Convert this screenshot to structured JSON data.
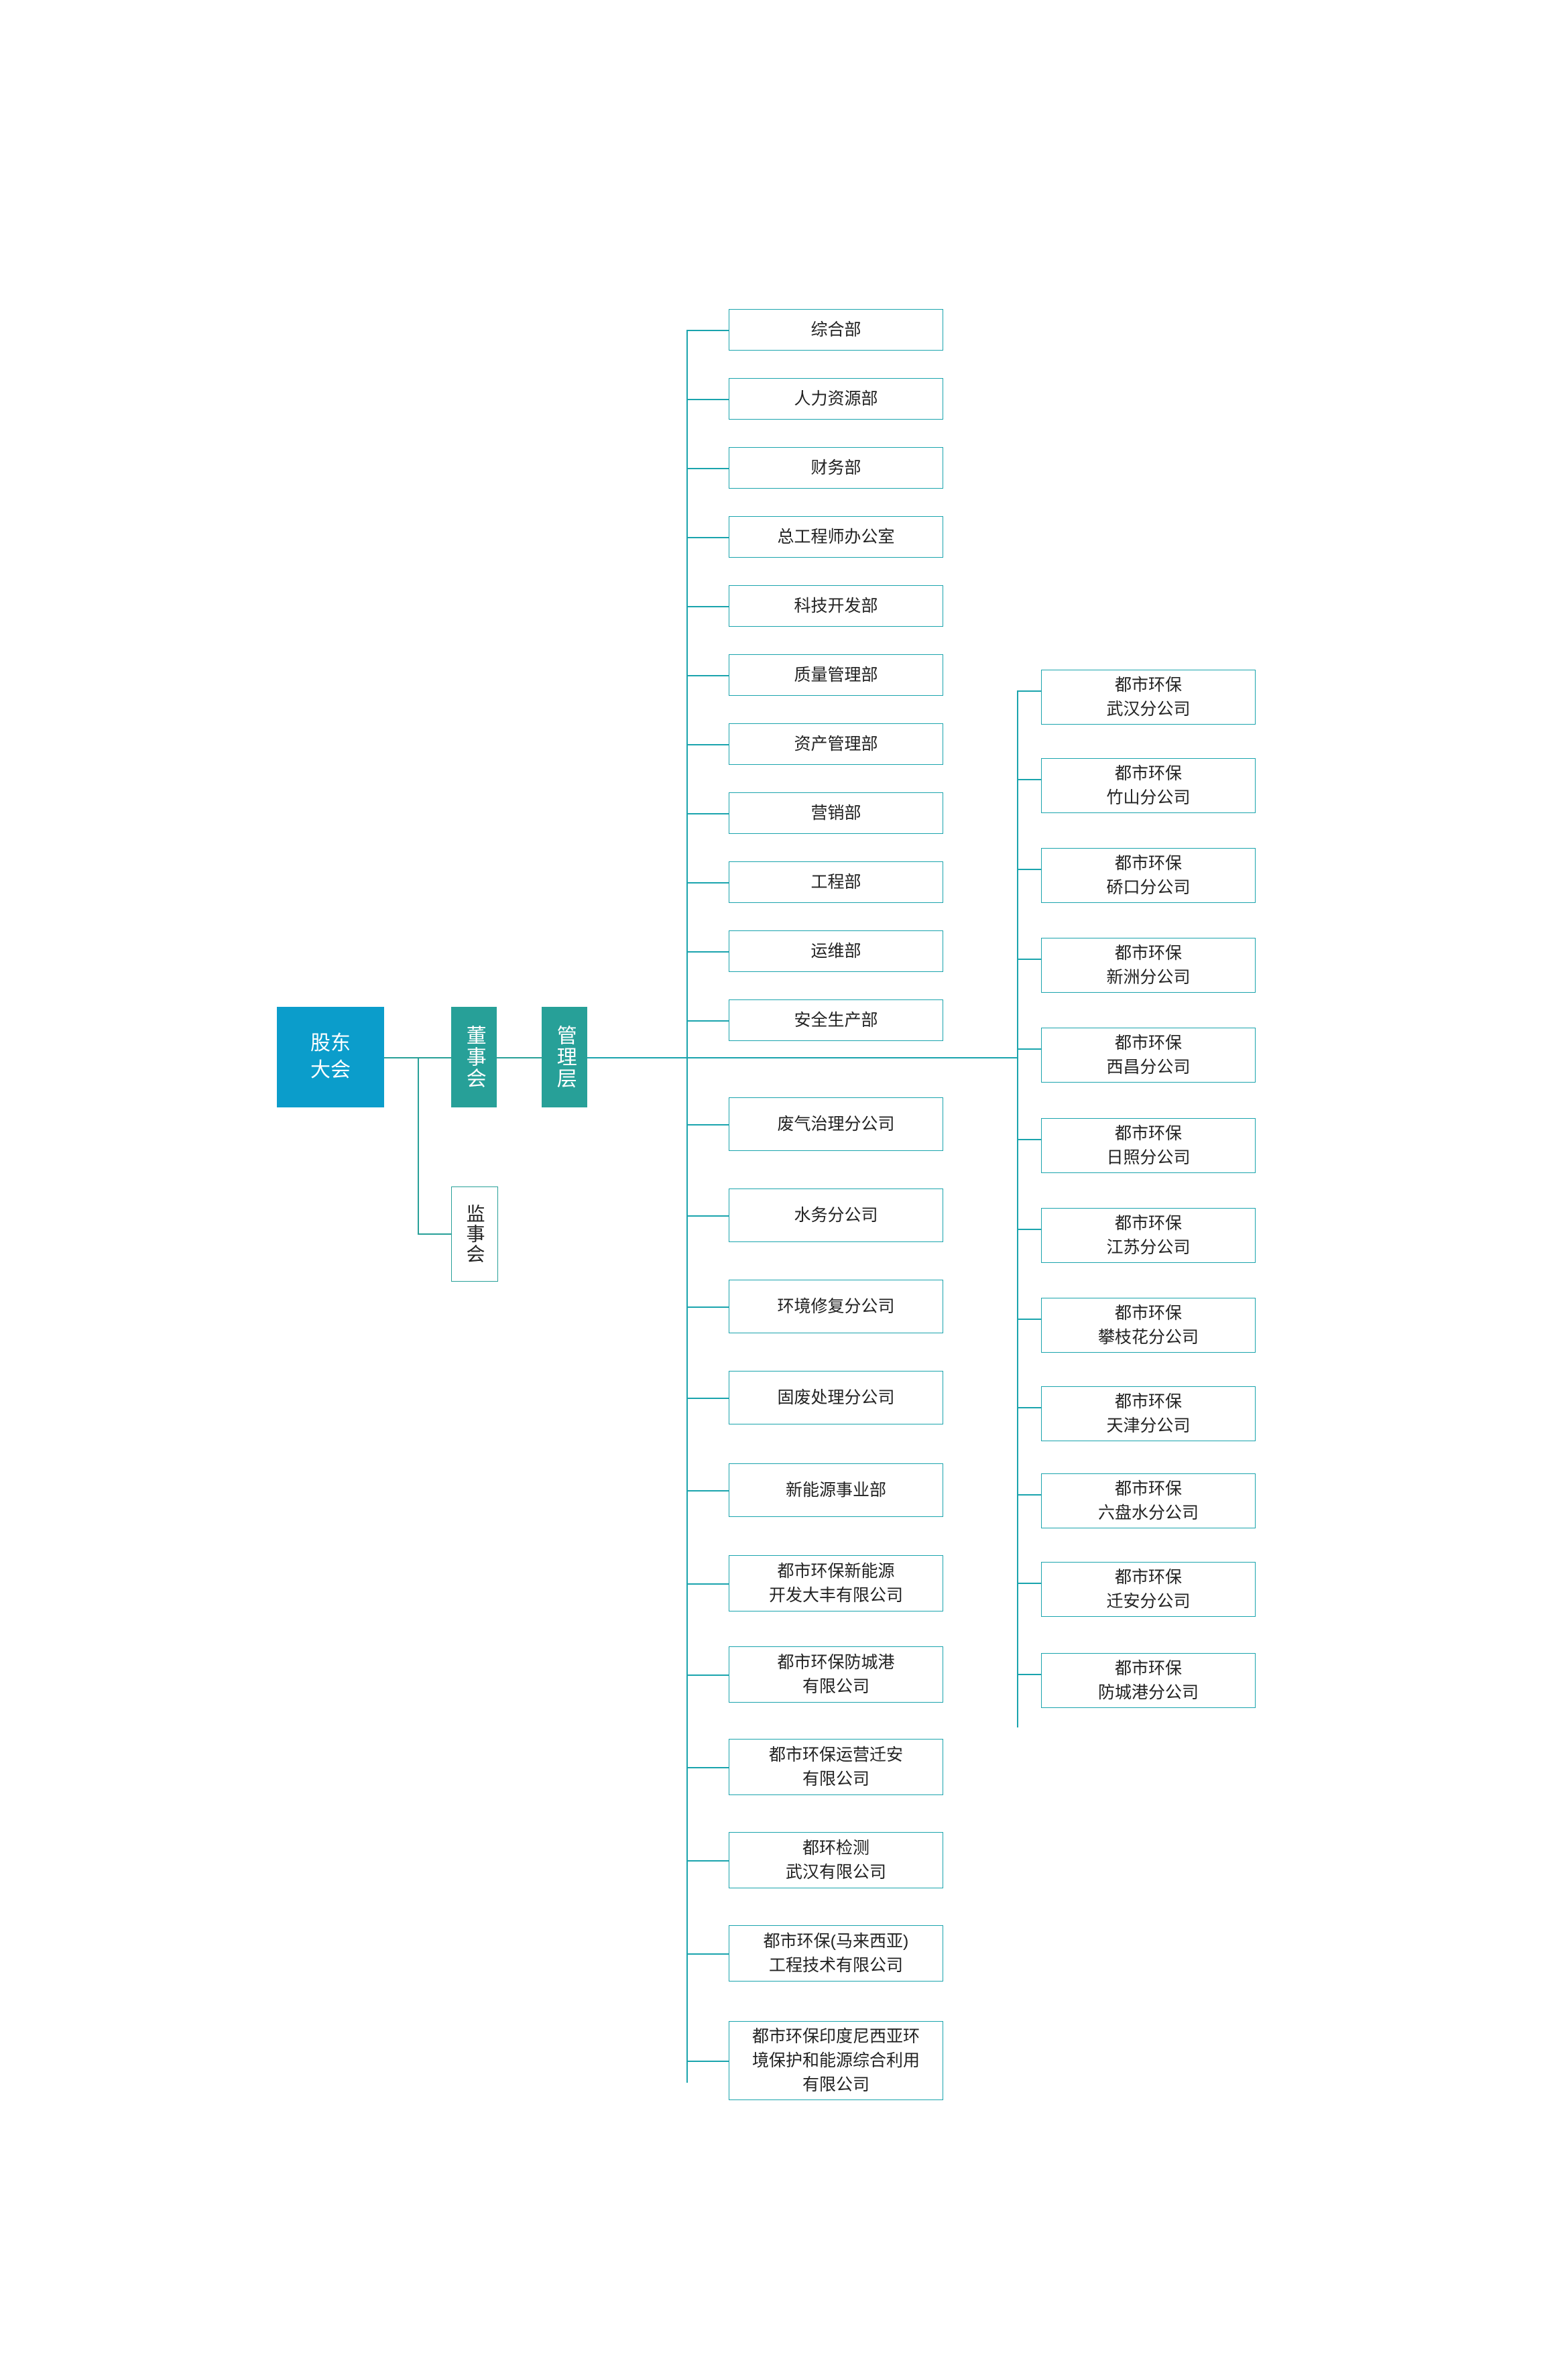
{
  "chart_title": "",
  "colors": {
    "blue": "#0b9dcb",
    "green": "#27a098",
    "line": "#1aa4ad",
    "text": "#222222"
  },
  "roots": {
    "shareholders": "股东\n大会",
    "board": "董事会",
    "supervisors": "监事会",
    "management": "管理层"
  },
  "departments": [
    "综合部",
    "人力资源部",
    "财务部",
    "总工程师办公室",
    "科技开发部",
    "质量管理部",
    "资产管理部",
    "营销部",
    "工程部",
    "运维部",
    "安全生产部"
  ],
  "divisions": [
    "废气治理分公司",
    "水务分公司",
    "环境修复分公司",
    "固废处理分公司",
    "新能源事业部",
    "都市环保新能源\n开发大丰有限公司",
    "都市环保防城港\n有限公司",
    "都市环保运营迁安\n有限公司",
    "都环检测\n武汉有限公司",
    "都市环保(马来西亚)\n工程技术有限公司",
    "都市环保印度尼西亚环\n境保护和能源综合利用\n有限公司"
  ],
  "branches": [
    "都市环保\n武汉分公司",
    "都市环保\n竹山分公司",
    "都市环保\n硚口分公司",
    "都市环保\n新洲分公司",
    "都市环保\n西昌分公司",
    "都市环保\n日照分公司",
    "都市环保\n江苏分公司",
    "都市环保\n攀枝花分公司",
    "都市环保\n天津分公司",
    "都市环保\n六盘水分公司",
    "都市环保\n迁安分公司",
    "都市环保\n防城港分公司"
  ]
}
